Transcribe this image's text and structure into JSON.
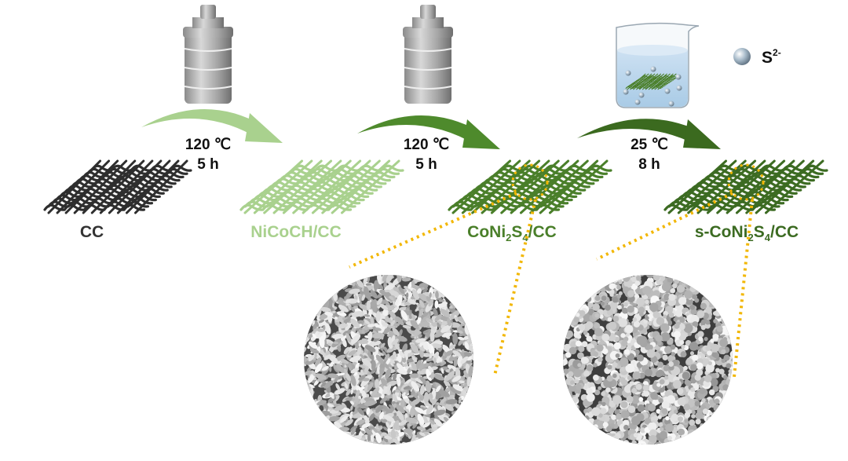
{
  "colors": {
    "cc": "#2e2e2e",
    "nicoch": "#a9d18e",
    "coni2s4": "#4a7f2a",
    "s_coni2s4": "#3c6b22",
    "dots": "#f2b705",
    "arrow1": "#a9d18e",
    "arrow2": "#4e8a2c",
    "arrow3": "#3b6a1f"
  },
  "steps": [
    {
      "temp": "120 ℃",
      "time": "5 h",
      "apparatus": "autoclave-icon"
    },
    {
      "temp": "120 ℃",
      "time": "5 h",
      "apparatus": "autoclave-icon"
    },
    {
      "temp": "25 ℃",
      "time": "8 h",
      "apparatus": "beaker-icon"
    }
  ],
  "materials": {
    "cc": {
      "text": "CC"
    },
    "nicoch": {
      "text": "NiCoCH/CC"
    },
    "coni2s4": {
      "pre": "CoNi",
      "sub1": "2",
      "mid": "S",
      "sub2": "4",
      "post": "/CC"
    },
    "s_coni2s4": {
      "pre": "s-CoNi",
      "sub1": "2",
      "mid": "S",
      "sub2": "4",
      "post": "/CC"
    }
  },
  "legend": {
    "base": "S",
    "sup": "2-"
  }
}
